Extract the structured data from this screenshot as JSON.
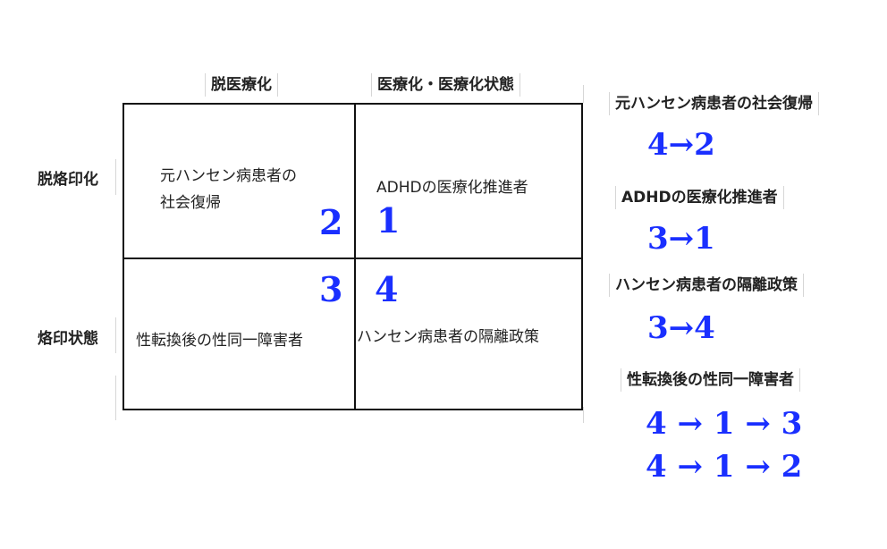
{
  "matrix": {
    "col_headers": [
      "脱医療化",
      "医療化・医療化状態"
    ],
    "row_headers": [
      "脱烙印化",
      "烙印状態"
    ],
    "cells": {
      "top_left": [
        "元ハンセン病患者の",
        "社会復帰"
      ],
      "top_right": "ADHDの医療化推進者",
      "bottom_left": "性転換後の性同一障害者",
      "bottom_right": "ハンセン病患者の隔離政策"
    },
    "quadrant_numbers": [
      "2",
      "1",
      "3",
      "4"
    ]
  },
  "legend": [
    {
      "title": "元ハンセン病患者の社会復帰",
      "transitions": [
        "4→2"
      ]
    },
    {
      "title": "ADHDの医療化推進者",
      "transitions": [
        "3→1"
      ]
    },
    {
      "title": "ハンセン病患者の隔離政策",
      "transitions": [
        "3→4"
      ]
    },
    {
      "title": "性転換後の性同一障害者",
      "transitions": [
        "4 → 1 → 3",
        "4 → 1 → 2"
      ]
    }
  ],
  "colors": {
    "accent_number": "#1a2fff",
    "grid_line": "#111111",
    "separator": "#d6d6d6"
  }
}
